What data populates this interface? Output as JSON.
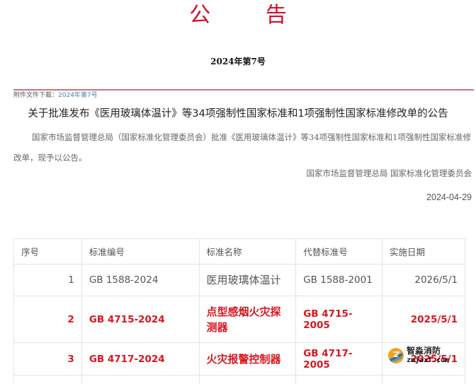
{
  "header": {
    "title": "公 告",
    "issue_number": "2024年第7号"
  },
  "attachment": {
    "label": "附件文件下载：",
    "link_text": "2024年第7号"
  },
  "notice": {
    "headline": "关于批准发布《医用玻璃体温计》等34项强制性国家标准和1项强制性国家标准修改单的公告",
    "body": "国家市场监督管理总局（国家标准化管理委员会）批准《医用玻璃体温计》等34项强制性国家标准和1项强制性国家标准修改单，现予以公告。",
    "issuer": "国家市场监督管理总局 国家标准化管理委员会",
    "date": "2024-04-29"
  },
  "table": {
    "columns": [
      "序号",
      "标准编号",
      "标准名称",
      "代替标准号",
      "实施日期"
    ],
    "rows": [
      {
        "seq": "1",
        "code": "GB 1588-2024",
        "name": "医用玻璃体温计",
        "replaces": "GB 1588-2001",
        "effective": "2026/5/1",
        "highlight": false
      },
      {
        "seq": "2",
        "code": "GB 4715-2024",
        "name": "点型感烟火灾探测器",
        "replaces": "GB 4715-2005",
        "effective": "2025/5/1",
        "highlight": true
      },
      {
        "seq": "3",
        "code": "GB 4717-2024",
        "name": "火灾报警控制器",
        "replaces": "GB 4717-2005",
        "effective": "2025/5/1",
        "highlight": true
      }
    ]
  },
  "watermark": {
    "name": "智淼消防",
    "url": "zmjaxf.com"
  },
  "colors": {
    "title_red": "#d0112b",
    "highlight_red": "#d9161f",
    "link_blue": "#4a7fb5",
    "rule": "#c57480"
  }
}
